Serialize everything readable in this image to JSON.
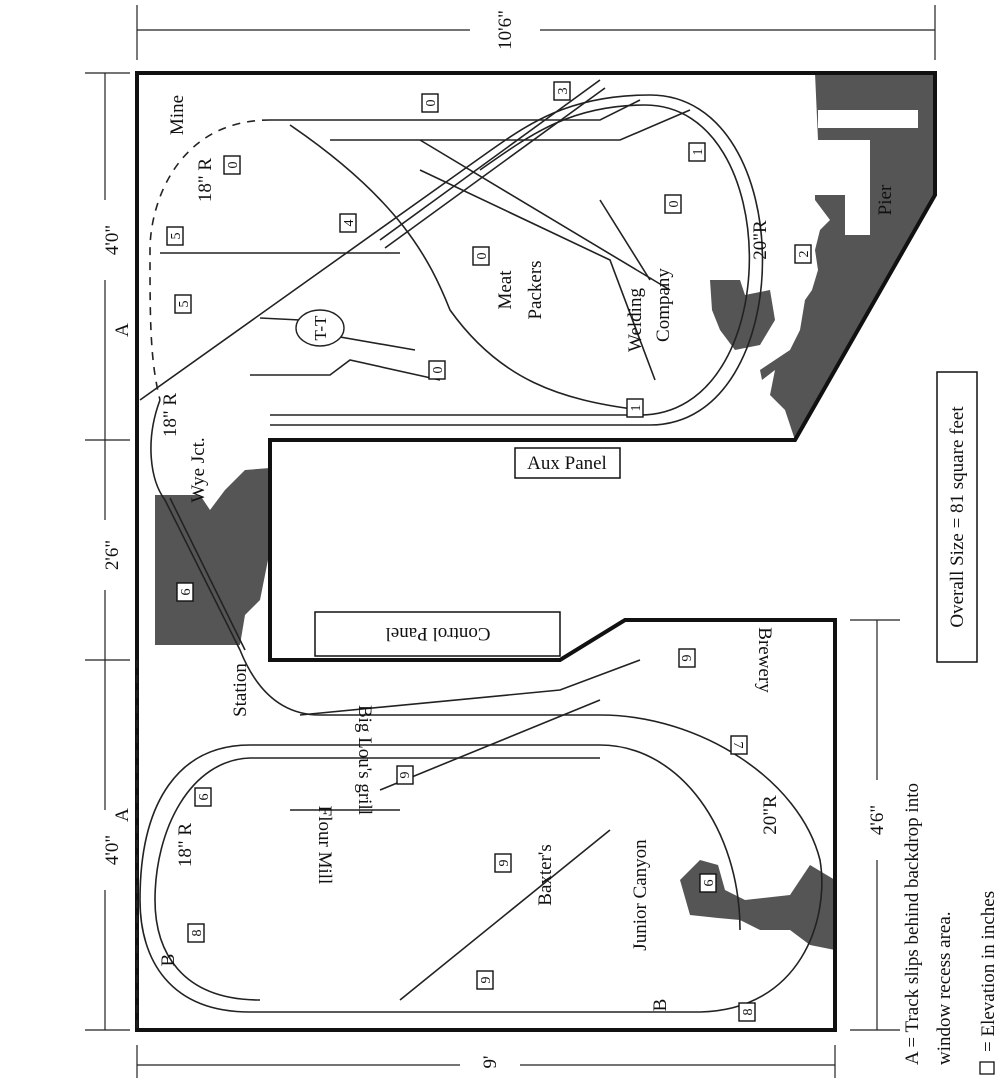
{
  "dimensions": {
    "width": "10'6\"",
    "height": "9'",
    "left_top": "4'0\"",
    "left_mid": "2'6\"",
    "left_bottom": "4'0\"",
    "right_lower": "4'6\""
  },
  "labels": {
    "mine": "Mine",
    "radius_18_top": "18\" R",
    "radius_18_mid": "18\" R",
    "radius_18_bottom": "18\" R",
    "meat": "Meat",
    "packers": "Packers",
    "welding": "Welding",
    "company": "Company",
    "radius_20_top": "20\"R",
    "radius_20_bottom": "20\"R",
    "pier": "Pier",
    "turntable": "T-T",
    "wye": "Wye Jct.",
    "aux_panel": "Aux Panel",
    "control_panel": "Control Panel",
    "station": "Station",
    "brewery": "Brewery",
    "big_lous": "Big Lou's grill",
    "flour_mill": "Flour Mill",
    "baxters": "Baxter's",
    "junior_canyon": "Junior Canyon",
    "a1": "A",
    "a2": "A",
    "b1": "B",
    "b2": "B"
  },
  "elevations": [
    "0",
    "3",
    "0",
    "1",
    "5",
    "4",
    "0",
    "0",
    "5",
    "2",
    "0",
    "1",
    "6",
    "6",
    "7",
    "6",
    "6",
    "9",
    "6",
    "8",
    "9",
    "8"
  ],
  "legend": {
    "overall": "Overall Size = 81 square feet",
    "a_note_1": "A =  Track slips behind backdrop into",
    "a_note_2": "window recess area.",
    "elev_note": "= Elevation in inches"
  }
}
